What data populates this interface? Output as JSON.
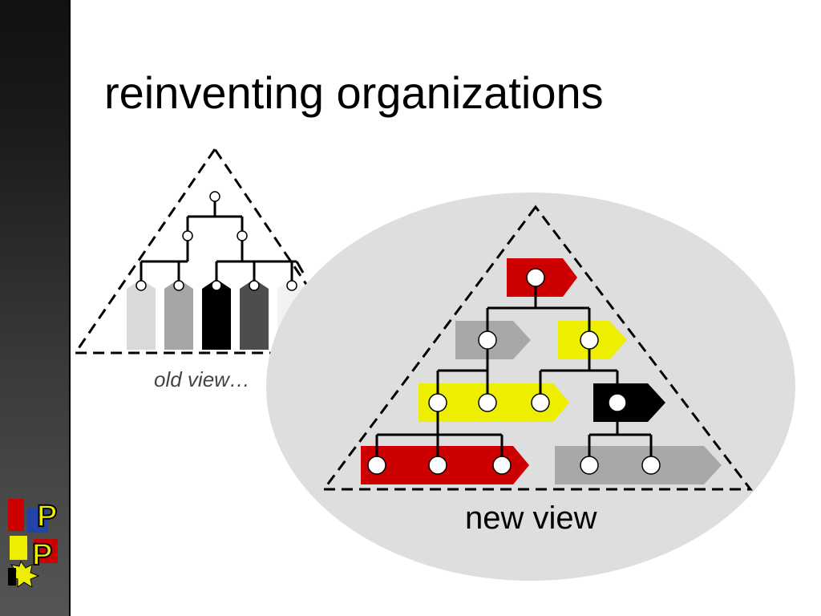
{
  "slide": {
    "title": "reinventing organizations"
  },
  "old_view": {
    "caption": "old view…",
    "unit_colors": [
      "#d9d9d9",
      "#a6a6a6",
      "#000000",
      "#4d4d4d",
      "#f2f2f2"
    ]
  },
  "new_view": {
    "caption": "new view",
    "background_color": "#dedede"
  },
  "colors": {
    "red": "#cc0000",
    "yellow": "#eeee00",
    "gray": "#a8a8a8",
    "black": "#000000",
    "sidebar": "#222222"
  },
  "logo": {
    "text": "P P",
    "icon": "logo-icon"
  }
}
